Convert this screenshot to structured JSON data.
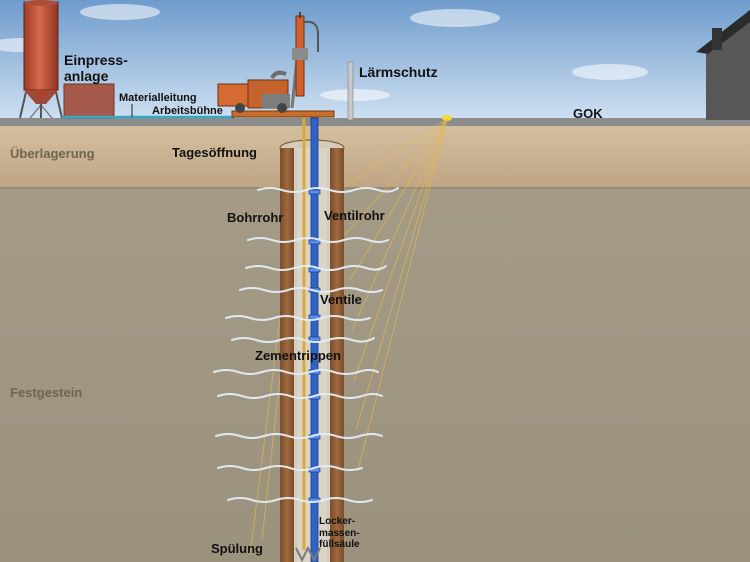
{
  "labels": {
    "einpressanlage": "Einpress-\nanlage",
    "materialleitung": "Materialleitung",
    "arbeitsbuehne": "Arbeitsbühne",
    "laermschutz": "Lärmschutz",
    "gok": "GOK",
    "ueberlagerung": "Überlagerung",
    "tagesoeffnung": "Tagesöffnung",
    "bohrrohr": "Bohrrohr",
    "ventilrohr": "Ventilrohr",
    "ventile": "Ventile",
    "zementrippen": "Zementrippen",
    "festgestein": "Festgestein",
    "spuelung": "Spülung",
    "lockermassenfuellsaeule": "Locker-\nmassen-\nfüllsäule"
  },
  "colors": {
    "sky_top": "#7fa8d6",
    "sky_bottom": "#c9dbef",
    "overburden": "#c9b393",
    "bedrock": "#a39a86",
    "borehole_wall": "#8a5a34",
    "fill_column": "#d9d3c4",
    "valve_pipe": "#2f63c8",
    "drill_pipe": "#e0b040",
    "silo": "#c0543a",
    "cracks": "#dce8f2",
    "label_gray": "#6e6454"
  },
  "icons": [
    "silo-icon",
    "drill-rig-icon",
    "house-icon",
    "crack-icon",
    "valve-icon"
  ]
}
